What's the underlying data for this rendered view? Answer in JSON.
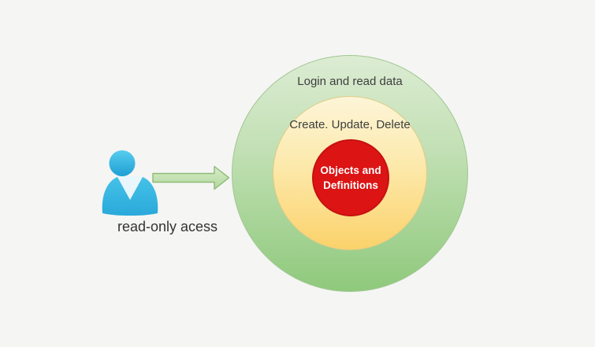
{
  "canvas": {
    "background": "#f5f5f4"
  },
  "rings": [
    {
      "name": "outer",
      "label": "Login and read data",
      "fill_top": "#dcecd3",
      "fill_bottom": "#8fc97c",
      "border": "#a0c792",
      "text_color": "#3e3e3e"
    },
    {
      "name": "middle",
      "label": "Create. Update, Delete",
      "fill_top": "#fdf5d8",
      "fill_bottom": "#fbd26b",
      "border": "#decb86",
      "text_color": "#3e3e3e"
    },
    {
      "name": "inner",
      "lines": [
        "Objects and",
        "Definitions"
      ],
      "fill": "#dc1414",
      "border": "#c51111",
      "text_color": "#ffffff"
    }
  ],
  "actor": {
    "label": "read-only acess",
    "icon": "person-icon",
    "color_top": "#58cdee",
    "color_bottom": "#1f9fd4",
    "neck_color": "#e9f6fc"
  },
  "arrow": {
    "icon": "arrow-right-icon",
    "fill_top": "#d8ecc9",
    "fill_bottom": "#b2d89d",
    "border": "#8cbb75"
  }
}
